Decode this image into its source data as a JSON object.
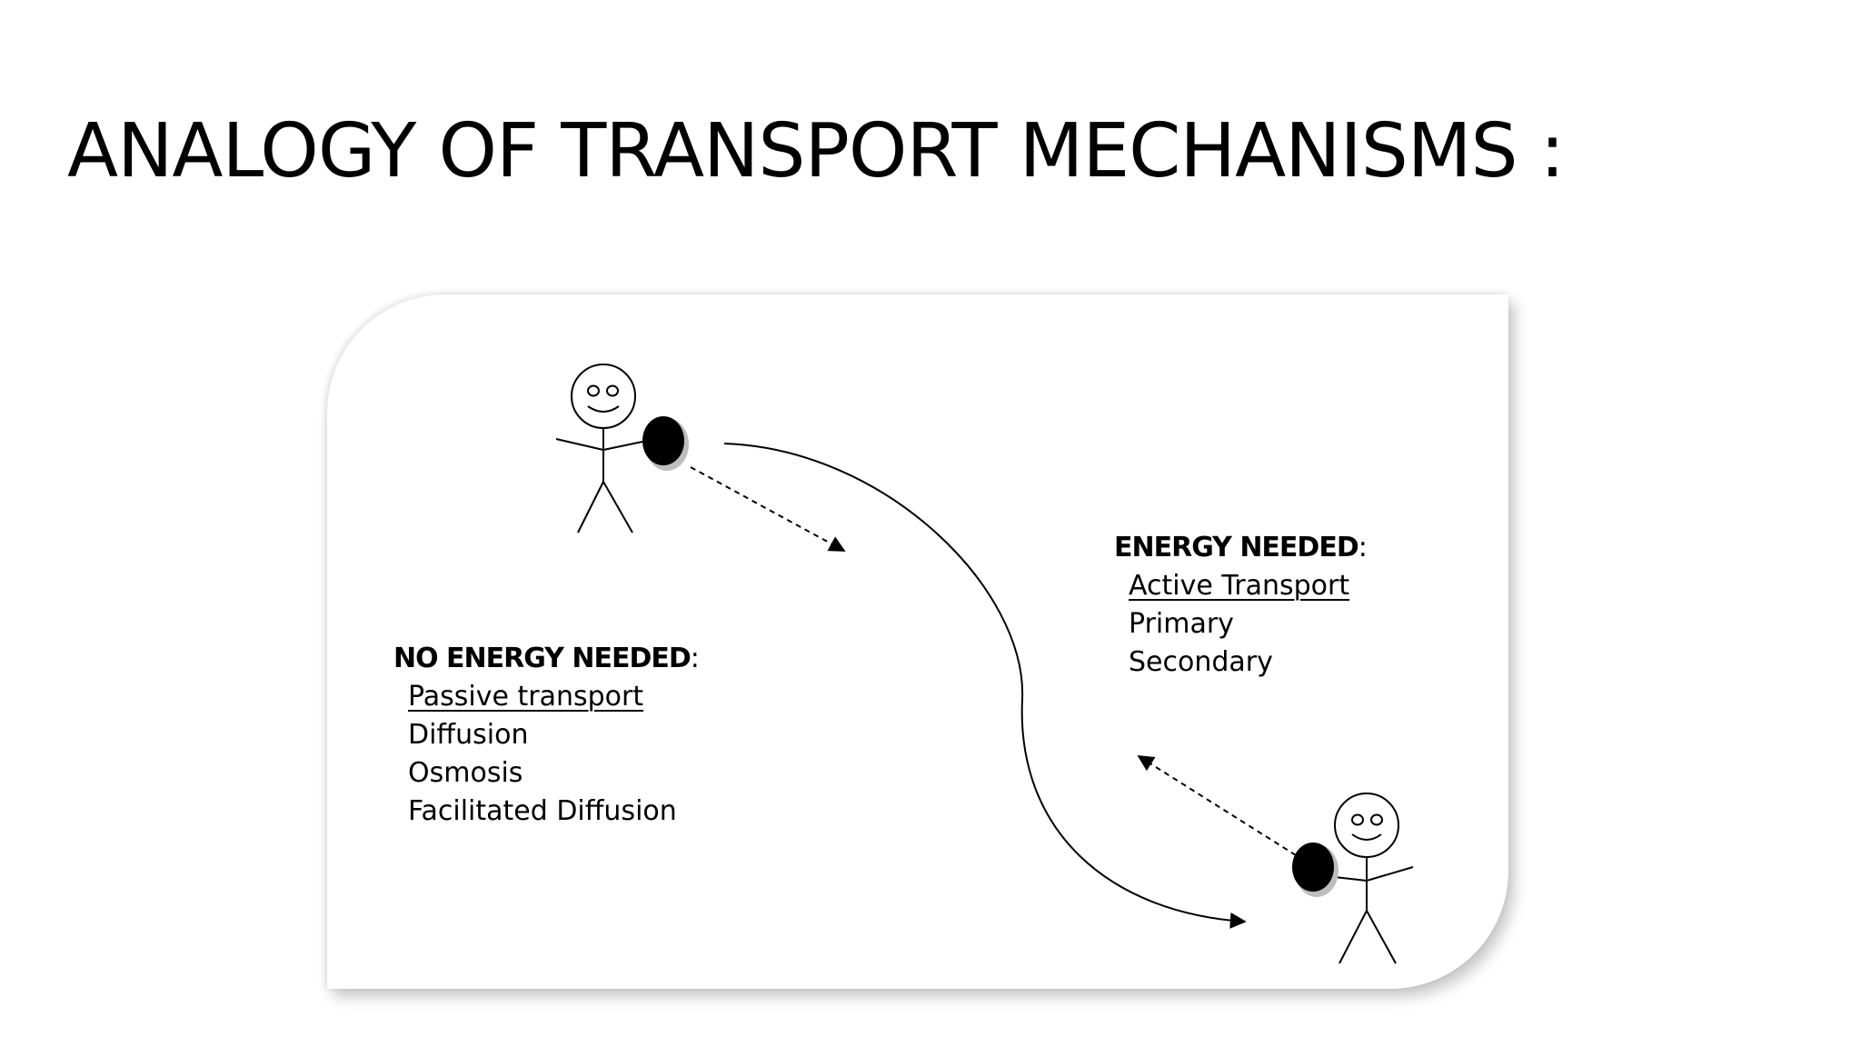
{
  "slide": {
    "title": "ANALOGY OF TRANSPORT MECHANISMS :"
  },
  "diagram": {
    "passive": {
      "heading": "NO ENERGY NEEDED",
      "heading_suffix": ":",
      "category": "Passive transport",
      "items": [
        "Diffusion",
        "Osmosis",
        "Facilitated Diffusion"
      ]
    },
    "active": {
      "heading": "ENERGY NEEDED",
      "heading_suffix": ":",
      "category": "Active Transport",
      "items": [
        "Primary",
        "Secondary"
      ]
    },
    "figures": {
      "top_figure": "stick-figure-holding-ball",
      "bottom_figure": "stick-figure-holding-ball"
    },
    "colors": {
      "ink": "#000000",
      "card_background": "#ffffff"
    }
  }
}
